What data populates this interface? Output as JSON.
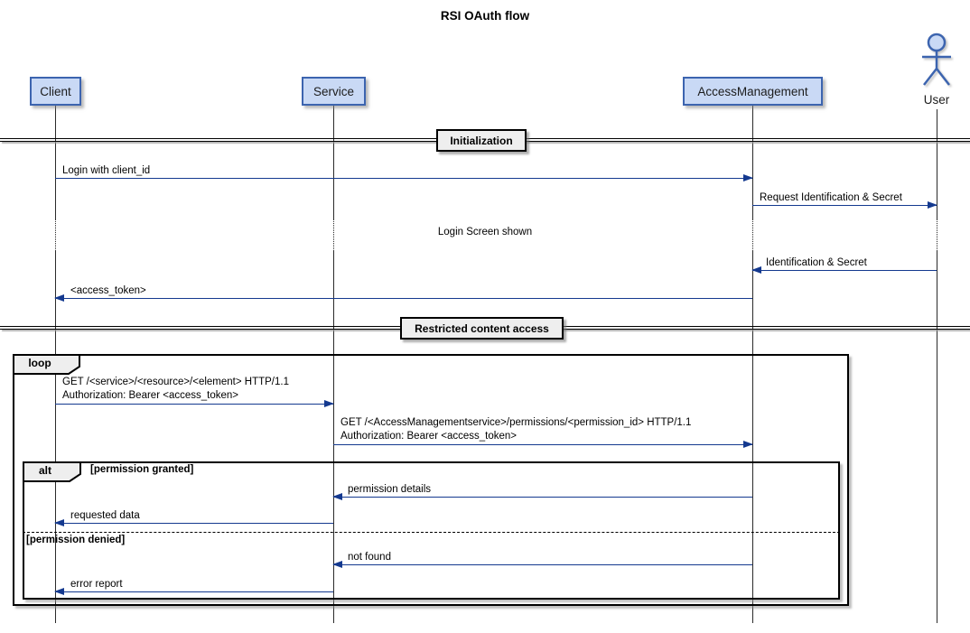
{
  "title": "RSI OAuth flow",
  "participants": [
    {
      "label": "Client",
      "type": "box"
    },
    {
      "label": "Service",
      "type": "box"
    },
    {
      "label": "AccessManagement",
      "type": "box"
    },
    {
      "label": "User",
      "type": "actor"
    }
  ],
  "dividers": [
    {
      "label": "Initialization"
    },
    {
      "label": "Restricted content access"
    }
  ],
  "frames": {
    "loop": {
      "operator": "loop"
    },
    "alt": {
      "operator": "alt",
      "guard_granted": "[permission granted]",
      "guard_denied": "[permission denied]"
    }
  },
  "delay_note": "Login Screen shown",
  "messages": [
    {
      "name": "login",
      "from": "Client",
      "to": "AccessManagement",
      "text": "Login with client_id"
    },
    {
      "name": "request-identification",
      "from": "AccessManagement",
      "to": "User",
      "text": "Request Identification & Secret"
    },
    {
      "name": "identification-secret",
      "from": "User",
      "to": "AccessManagement",
      "text": "Identification & Secret"
    },
    {
      "name": "access-token",
      "from": "AccessManagement",
      "to": "Client",
      "text": "<access_token>"
    },
    {
      "name": "get-resource",
      "from": "Client",
      "to": "Service",
      "line1": "GET /<service>/<resource>/<element> HTTP/1.1",
      "line2": "Authorization: Bearer <access_token>"
    },
    {
      "name": "get-permissions",
      "from": "Service",
      "to": "AccessManagement",
      "line1": "GET /<AccessManagementservice>/permissions/<permission_id> HTTP/1.1",
      "line2": "Authorization: Bearer <access_token>"
    },
    {
      "name": "permission-details",
      "from": "AccessManagement",
      "to": "Service",
      "text": "permission details"
    },
    {
      "name": "requested-data",
      "from": "Service",
      "to": "Client",
      "text": "requested data"
    },
    {
      "name": "not-found",
      "from": "AccessManagement",
      "to": "Service",
      "text": "not found"
    },
    {
      "name": "error-report",
      "from": "Service",
      "to": "Client",
      "text": "error report"
    }
  ],
  "colors": {
    "participant_fill": "#C9D9F5",
    "participant_border": "#3C64AF",
    "arrow": "#14398F",
    "frame_label_fill": "#EEEEEE",
    "frame_border": "#000000"
  }
}
